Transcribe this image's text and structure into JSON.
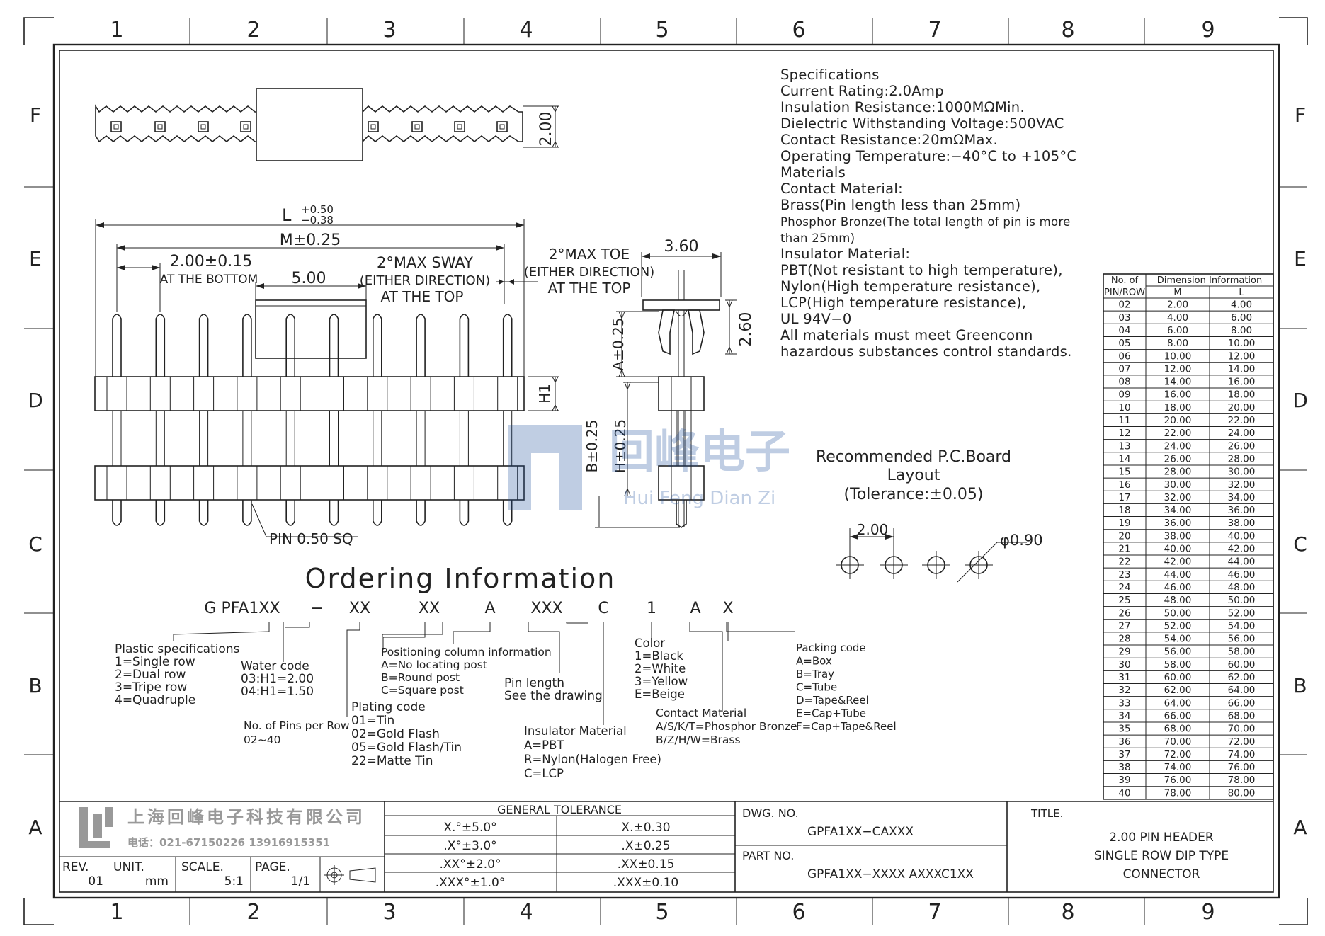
{
  "grid": {
    "columns": [
      "1",
      "2",
      "3",
      "4",
      "5",
      "6",
      "7",
      "8",
      "9"
    ],
    "rows": [
      "F",
      "E",
      "D",
      "C",
      "B",
      "A"
    ]
  },
  "specifications": [
    "Specifications",
    "Current  Rating:2.0Amp",
    "Insulation  Resistance:1000MΩMin.",
    "Dielectric  Withstanding  Voltage:500VAC",
    "Contact  Resistance:20mΩMax.",
    "Operating  Temperature:−40°C  to  +105°C",
    "Materials",
    "Contact  Material:",
    "Brass(Pin  length  less  than  25mm)",
    "Phosphor Bronze(The total length of pin is more",
    "than 25mm)",
    "Insulator  Material:",
    "PBT(Not  resistant  to  high  temperature),",
    "Nylon(High  temperature  resistance),",
    "LCP(High  temperature  resistance),",
    "UL  94V−0",
    "All  materials  must  meet  Greenconn",
    "hazardous  substances  control  standards."
  ],
  "dimensions": {
    "pitch_top": "2.00",
    "overall_length": "L",
    "tol_plus": "+0.50",
    "tol_minus": "−0.38",
    "m_dim": "M±0.25",
    "pitch_bottom": "2.00±0.15",
    "at_bottom": "AT THE BOTTOM",
    "housing_width": "5.00",
    "sway_1": "2°MAX  SWAY",
    "sway_2": "(EITHER DIRECTION)",
    "sway_3": "AT  THE  TOP",
    "h1": "H1",
    "pin_sq": "PIN  0.50  SQ",
    "toe_1": "2°MAX  TOE",
    "toe_2": "(EITHER DIRECTION)",
    "toe_3": "AT  THE  TOP",
    "side_width": "3.60",
    "a_dim": "A±0.25",
    "side_height": "2.60",
    "b_dim": "B±0.25",
    "h_dim": "H±0.25"
  },
  "pcb": {
    "title_1": "Recommended  P.C.Board",
    "title_2": "Layout",
    "title_3": "(Tolerance:±0.05)",
    "pitch": "2.00",
    "hole": "φ0.90"
  },
  "watermark": {
    "text": "回峰电子",
    "sub": "Hui Feng Dian Zi"
  },
  "ordering": {
    "title": "Ordering  Information",
    "codes": [
      "G PFA1XX",
      "−",
      "XX",
      "XX",
      "A",
      "XXX",
      "C",
      "1",
      "A",
      "X"
    ],
    "plastic": [
      "Plastic  specifications",
      "1=Single  row",
      "2=Dual  row",
      "3=Tripe  row",
      "4=Quadruple"
    ],
    "water": [
      "Water  code",
      "03:H1=2.00",
      "04:H1=1.50"
    ],
    "pins": [
      "No. of Pins per Row",
      "02~40"
    ],
    "plating": [
      "Plating  code",
      "01=Tin",
      "02=Gold  Flash",
      "05=Gold  Flash/Tin",
      "22=Matte  Tin"
    ],
    "positioning": [
      "Positioning  column  information",
      "A=No  locating  post",
      "B=Round  post",
      "C=Square  post"
    ],
    "pin_length": [
      "Pin  length",
      "See  the  drawing"
    ],
    "insulator": [
      "Insulator  Material",
      "A=PBT",
      "R=Nylon(Halogen  Free)",
      "C=LCP"
    ],
    "color": [
      "Color",
      "1=Black",
      "2=White",
      "3=Yellow",
      "E=Beige"
    ],
    "contact": [
      "Contact  Material",
      "A/S/K/T=Phosphor  Bronze",
      "B/Z/H/W=Brass"
    ],
    "packing": [
      "Packing  code",
      "A=Box",
      "B=Tray",
      "C=Tube",
      "D=Tape&Reel",
      "E=Cap+Tube",
      "F=Cap+Tape&Reel"
    ]
  },
  "dim_table": {
    "h_no": "No.  of",
    "h_pin": "PIN/ROW",
    "h_info": "Dimension  Information",
    "h_m": "M",
    "h_l": "L",
    "rows": [
      [
        "02",
        "2.00",
        "4.00"
      ],
      [
        "03",
        "4.00",
        "6.00"
      ],
      [
        "04",
        "6.00",
        "8.00"
      ],
      [
        "05",
        "8.00",
        "10.00"
      ],
      [
        "06",
        "10.00",
        "12.00"
      ],
      [
        "07",
        "12.00",
        "14.00"
      ],
      [
        "08",
        "14.00",
        "16.00"
      ],
      [
        "09",
        "16.00",
        "18.00"
      ],
      [
        "10",
        "18.00",
        "20.00"
      ],
      [
        "11",
        "20.00",
        "22.00"
      ],
      [
        "12",
        "22.00",
        "24.00"
      ],
      [
        "13",
        "24.00",
        "26.00"
      ],
      [
        "14",
        "26.00",
        "28.00"
      ],
      [
        "15",
        "28.00",
        "30.00"
      ],
      [
        "16",
        "30.00",
        "32.00"
      ],
      [
        "17",
        "32.00",
        "34.00"
      ],
      [
        "18",
        "34.00",
        "36.00"
      ],
      [
        "19",
        "36.00",
        "38.00"
      ],
      [
        "20",
        "38.00",
        "40.00"
      ],
      [
        "21",
        "40.00",
        "42.00"
      ],
      [
        "22",
        "42.00",
        "44.00"
      ],
      [
        "23",
        "44.00",
        "46.00"
      ],
      [
        "24",
        "46.00",
        "48.00"
      ],
      [
        "25",
        "48.00",
        "50.00"
      ],
      [
        "26",
        "50.00",
        "52.00"
      ],
      [
        "27",
        "52.00",
        "54.00"
      ],
      [
        "28",
        "54.00",
        "56.00"
      ],
      [
        "29",
        "56.00",
        "58.00"
      ],
      [
        "30",
        "58.00",
        "60.00"
      ],
      [
        "31",
        "60.00",
        "62.00"
      ],
      [
        "32",
        "62.00",
        "64.00"
      ],
      [
        "33",
        "64.00",
        "66.00"
      ],
      [
        "34",
        "66.00",
        "68.00"
      ],
      [
        "35",
        "68.00",
        "70.00"
      ],
      [
        "36",
        "70.00",
        "72.00"
      ],
      [
        "37",
        "72.00",
        "74.00"
      ],
      [
        "38",
        "74.00",
        "76.00"
      ],
      [
        "39",
        "76.00",
        "78.00"
      ],
      [
        "40",
        "78.00",
        "80.00"
      ]
    ]
  },
  "title_block": {
    "company": "上海回峰电子科技有限公司",
    "phone": "电话：021-67150226  13916915351",
    "rev_label": "REV.",
    "rev": "01",
    "unit_label": "UNIT.",
    "unit": "mm",
    "scale_label": "SCALE.",
    "scale": "5:1",
    "page_label": "PAGE.",
    "page": "1/1",
    "tol_title": "GENERAL TOLERANCE",
    "tol_rows": [
      [
        "X.°±5.0°",
        "X.±0.30"
      ],
      [
        ".X°±3.0°",
        ".X±0.25"
      ],
      [
        ".XX°±2.0°",
        ".XX±0.15"
      ],
      [
        ".XXX°±1.0°",
        ".XXX±0.10"
      ]
    ],
    "dwg_label": "DWG. NO.",
    "dwg": "GPFA1XX−CAXXX",
    "part_label": "PART NO.",
    "part": "GPFA1XX−XXXX  AXXXC1XX",
    "title_label": "TITLE.",
    "title_lines": [
      "2.00  PIN  HEADER",
      "SINGLE  ROW  DIP  TYPE",
      "CONNECTOR"
    ]
  }
}
